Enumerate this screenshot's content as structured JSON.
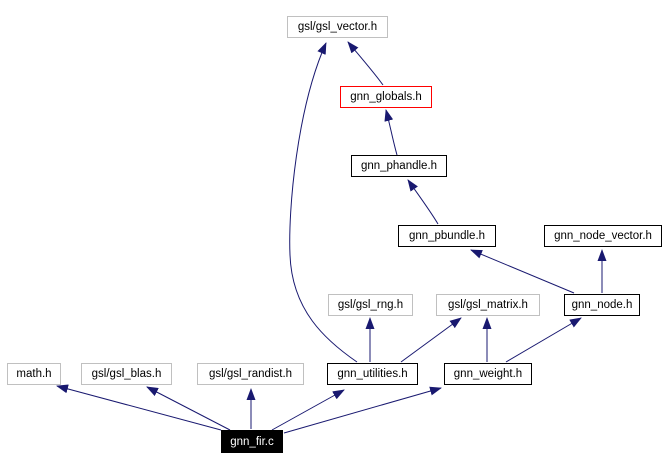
{
  "diagram": {
    "title": "gnn_fir.c include dependency graph",
    "type": "include-dependency-graph",
    "colors": {
      "background": "#ffffff",
      "edge": "#191970",
      "internal_border": "#000000",
      "external_border": "#c0c0c0",
      "highlight_border": "#ff0000",
      "root_fill": "#000000",
      "root_text": "#ffffff"
    },
    "nodes": [
      {
        "id": "gsl_vector",
        "label": "gsl/gsl_vector.h",
        "style": "external"
      },
      {
        "id": "gnn_globals",
        "label": "gnn_globals.h",
        "style": "highlighted"
      },
      {
        "id": "gnn_phandle",
        "label": "gnn_phandle.h",
        "style": "internal"
      },
      {
        "id": "gnn_pbundle",
        "label": "gnn_pbundle.h",
        "style": "internal"
      },
      {
        "id": "gnn_node_vector",
        "label": "gnn_node_vector.h",
        "style": "internal"
      },
      {
        "id": "gsl_rng",
        "label": "gsl/gsl_rng.h",
        "style": "external"
      },
      {
        "id": "gsl_matrix",
        "label": "gsl/gsl_matrix.h",
        "style": "external"
      },
      {
        "id": "gnn_node",
        "label": "gnn_node.h",
        "style": "internal"
      },
      {
        "id": "math",
        "label": "math.h",
        "style": "external"
      },
      {
        "id": "gsl_blas",
        "label": "gsl/gsl_blas.h",
        "style": "external"
      },
      {
        "id": "gsl_randist",
        "label": "gsl/gsl_randist.h",
        "style": "external"
      },
      {
        "id": "gnn_utilities",
        "label": "gnn_utilities.h",
        "style": "internal"
      },
      {
        "id": "gnn_weight",
        "label": "gnn_weight.h",
        "style": "internal"
      },
      {
        "id": "gnn_fir",
        "label": "gnn_fir.c",
        "style": "root"
      }
    ],
    "edges": [
      {
        "from": "gnn_globals.h",
        "to": "gsl/gsl_vector.h"
      },
      {
        "from": "gnn_utilities.h",
        "to": "gsl/gsl_vector.h"
      },
      {
        "from": "gnn_phandle.h",
        "to": "gnn_globals.h"
      },
      {
        "from": "gnn_pbundle.h",
        "to": "gnn_phandle.h"
      },
      {
        "from": "gnn_node.h",
        "to": "gnn_pbundle.h"
      },
      {
        "from": "gnn_node.h",
        "to": "gnn_node_vector.h"
      },
      {
        "from": "gnn_utilities.h",
        "to": "gsl/gsl_rng.h"
      },
      {
        "from": "gnn_utilities.h",
        "to": "gsl/gsl_matrix.h"
      },
      {
        "from": "gnn_weight.h",
        "to": "gsl/gsl_matrix.h"
      },
      {
        "from": "gnn_weight.h",
        "to": "gnn_node.h"
      },
      {
        "from": "gnn_fir.c",
        "to": "math.h"
      },
      {
        "from": "gnn_fir.c",
        "to": "gsl/gsl_blas.h"
      },
      {
        "from": "gnn_fir.c",
        "to": "gsl/gsl_randist.h"
      },
      {
        "from": "gnn_fir.c",
        "to": "gnn_utilities.h"
      },
      {
        "from": "gnn_fir.c",
        "to": "gnn_weight.h"
      }
    ]
  }
}
